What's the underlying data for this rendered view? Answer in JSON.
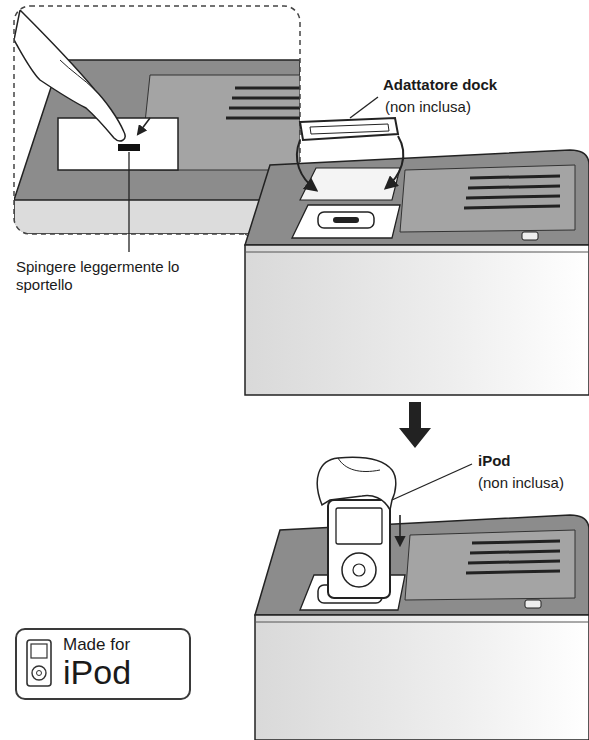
{
  "diagram": {
    "nodes": [
      {
        "text": [
          "Made for",
          "iPod"
        ]
      }
    ],
    "labels": [
      "Spingere leggermente lo sportello",
      "Adattatore dock",
      "(non inclusa)",
      "iPod",
      "(non inclusa)"
    ]
  }
}
